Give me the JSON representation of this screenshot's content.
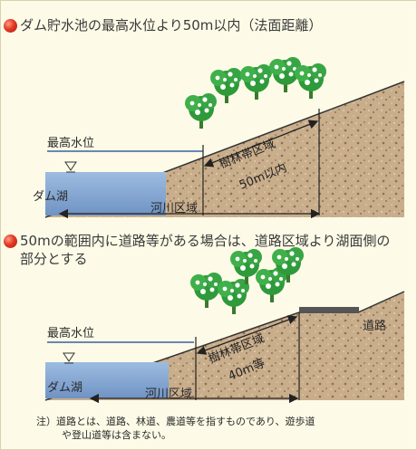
{
  "header1": "ダム貯水池の最高水位より50m以内（法面距離）",
  "header2": "50mの範囲内に道路等がある場合は、道路区域より湖面側の部分とする",
  "diagram1": {
    "max_water_level": "最高水位",
    "dam_lake": "ダム湖",
    "river_area": "河川区域",
    "forest_zone": "樹林帯区域",
    "forest_distance": "50m以内"
  },
  "diagram2": {
    "max_water_level": "最高水位",
    "dam_lake": "ダム湖",
    "river_area": "河川区域",
    "forest_zone": "樹林帯区域",
    "forest_distance": "40m等",
    "road": "道路"
  },
  "note": {
    "line1": "注）道路とは、道路、林道、農道等を指すものであり、遊歩道",
    "line2": "や登山道等は含まない。"
  },
  "colors": {
    "water": "#7ea3cf",
    "soil": "#c8ad8b",
    "tree": "#2f9a3b",
    "bullet": "#e23a22",
    "road": "#555555"
  }
}
